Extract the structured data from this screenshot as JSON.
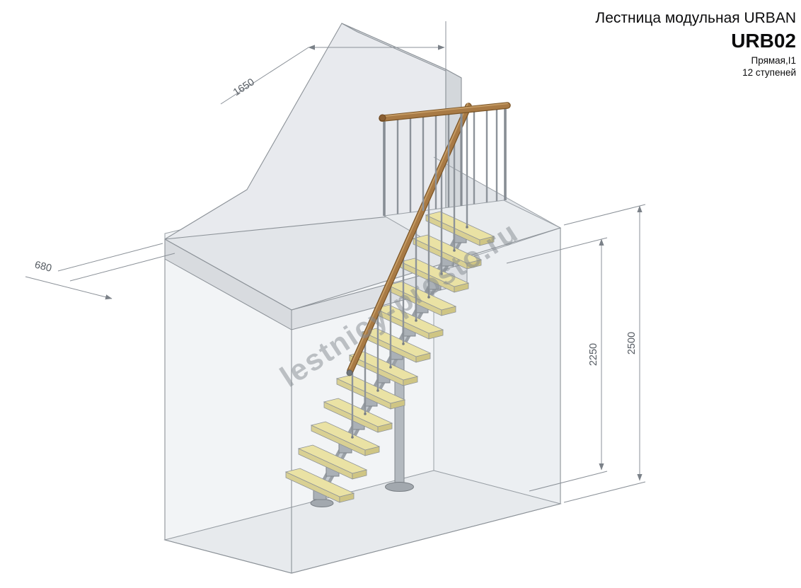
{
  "title_block": {
    "product_line": "Лестница модульная URBAN",
    "model": "URB02",
    "type_label": "Прямая,I1",
    "steps_label": "12 ступеней"
  },
  "dimensions": {
    "dim_1650": "1650",
    "dim_680": "680",
    "dim_2500": "2500",
    "dim_2250": "2250"
  },
  "watermark": "lestnicy-prosto.ru",
  "colors": {
    "tread_top": "#eae2a4",
    "tread_front": "#d9d093",
    "tread_side": "#cfc584",
    "handrail_wood": "#a87a45",
    "handrail_dark": "#7a5426",
    "handrail_light": "#c49a63",
    "metal": "#9aa0a6",
    "metal_dark": "#7f858b",
    "baluster": "#8d939a",
    "structure_line": "#8c9298",
    "dimension_line": "#8b9198",
    "dimension_text": "#555b62",
    "watermark_gray": "#858b91"
  }
}
